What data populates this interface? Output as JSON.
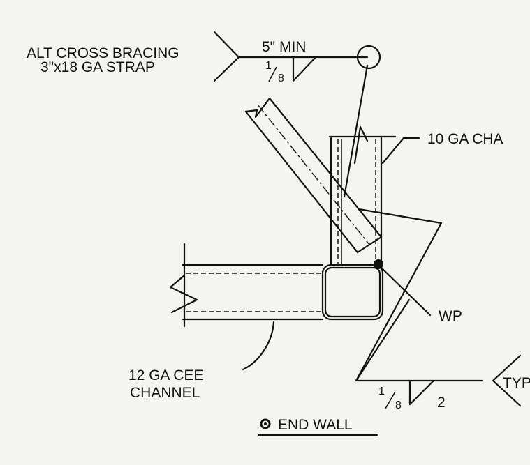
{
  "labels": {
    "alt_bracing_line1": "ALT CROSS BRACING",
    "alt_bracing_line2": "3\"x18 GA STRAP",
    "min_weld": "5\"  MIN",
    "weld_top_numerator": "1",
    "weld_top_denominator": "8",
    "channel_10ga": "10  GA  CHA",
    "wp": "WP",
    "cee_line1": "12  GA  CEE",
    "cee_line2": "CHANNEL",
    "weld_bottom_numerator": "1",
    "weld_bottom_denominator": "8",
    "weld_bottom_length": "2",
    "typ": "TYP",
    "end_wall": "END  WALL"
  },
  "colors": {
    "ink": "#111111",
    "paper": "#f4f4f1"
  },
  "icons": {
    "section_marker": "section-circle-icon",
    "field_weld": "field-weld-circle-icon"
  }
}
